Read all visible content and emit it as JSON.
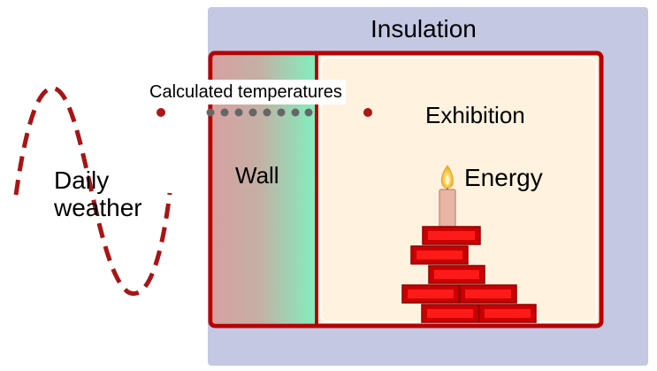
{
  "labels": {
    "insulation": "Insulation",
    "exhibition": "Exhibition",
    "energy": "Energy",
    "wall": "Wall",
    "daily_weather_line1": "Daily",
    "daily_weather_line2": "weather",
    "calculated_temperatures": "Calculated temperatures"
  },
  "colors": {
    "insulation_fill": "#c5c8e3",
    "frame_red": "#b80000",
    "room_fill": "#fff2de",
    "wall_gradient_left": "#d6a1a1",
    "wall_gradient_right": "#80f0bf",
    "temperature_dot": "#b01515",
    "wall_dot": "#666666",
    "weather_wave": "#a81414",
    "brick_fill": "#ff0000",
    "brick_edge": "#8e0000",
    "candle": "#e8b4a4",
    "flame": "#f5c842"
  },
  "icons": {
    "candle": "candle-icon",
    "bricks": "brick-pile-icon"
  }
}
